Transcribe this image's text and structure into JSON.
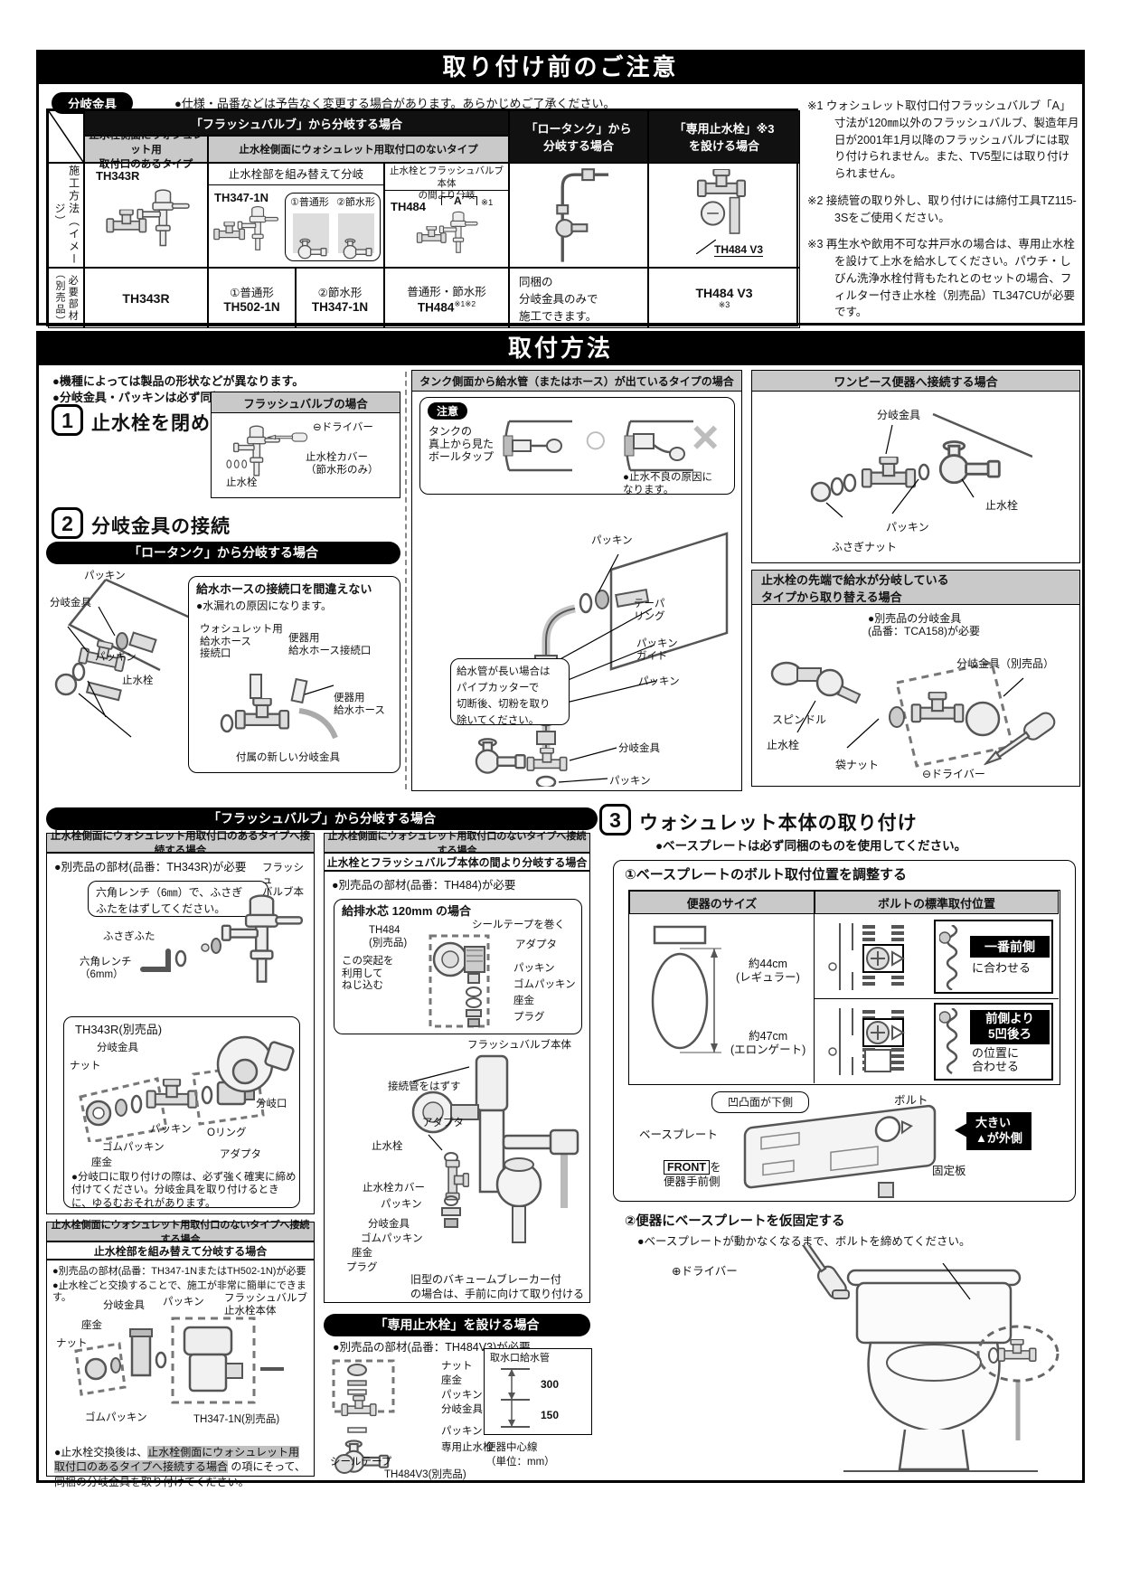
{
  "sec1": {
    "title": "取り付け前のご注意",
    "badge": "分岐金具",
    "notice": "●仕様・品番などは予告なく変更する場合があります。あらかじめご了承ください。",
    "table": {
      "flush": "「フラッシュバルブ」から分岐する場合",
      "lowtank": "「ロータンク」から\n分岐する場合",
      "senyo": "「専用止水栓」※3\nを設ける場合",
      "type_with": "止水栓側面にウォシュレット用\n取付口のあるタイプ",
      "type_without": "止水栓側面にウォシュレット用取付口のないタイプ",
      "row_method": "施工方法（イメージ）",
      "row_parts": "必要部材\n（別売品）",
      "m_recombine": "止水栓部を組み替えて分岐",
      "m_between": "止水栓とフラッシュバルブ本体\nの間より分岐",
      "th343r": "TH343R",
      "th347": "TH347-1N",
      "th484": "TH484",
      "futsu": "①普通形",
      "sessui": "②節水形",
      "a": "A",
      "ref1": "※1",
      "th484v3": "TH484 V3",
      "p_th343r": "TH343R",
      "p_futsu": "①普通形",
      "p_futsu_code": "TH502-1N",
      "p_sessui": "②節水形",
      "p_sessui_code": "TH347-1N",
      "p_both": "普通形・節水形",
      "p_both_code": "TH484",
      "p_both_ref": "※1※2",
      "p_lowtank": "同梱の\n分岐金具のみで\n施工できます。",
      "p_senyo_code": "TH484 V3",
      "p_senyo_ref": "※3"
    },
    "notes": [
      "※1 ウォシュレット取付口付フラッシュバルブ「A」寸法が120㎜以外のフラッシュバルブ、製造年月日が2001年1月以降のフラッシュバルブには取り付けられません。また、TV5型には取り付けられません。",
      "※2 接続管の取り外し、取り付けには締付工具TZ115-3Sをご使用ください。",
      "※3 再生水や飲用不可な井戸水の場合は、専用止水栓を設けて上水を給水してください。パウチ・しびん洗浄水栓付背もたれとのセットの場合、フィルター付き止水栓（別売品）TL347CUが必要です。"
    ]
  },
  "sec2": {
    "title": "取付方法",
    "bullets": [
      "●機種によっては製品の形状などが異なります。",
      "●分岐金具・パッキンは必ず同梱のものを使用してください。"
    ],
    "step1": {
      "num": "1",
      "title": "止水栓を閉める",
      "box": "フラッシュバルブの場合",
      "driver": "⊖ドライバー",
      "cover": "止水栓カバー\n（節水形のみ）",
      "valve": "止水栓"
    },
    "tank": {
      "title": "タンク側面から給水管（またはホース）が出ているタイプの場合",
      "caution": "注意",
      "balltap": "タンクの\n真上から見た\nボールタップ",
      "ok": "○",
      "ng": "×",
      "ng_note": "●止水不良の原因に\nなります。",
      "packing1": "パッキン",
      "taper": "テーパ\nリング",
      "guide": "パッキン\nガイド",
      "packing2": "パッキン",
      "bunki": "分岐金具",
      "packing3": "パッキン",
      "pipe_note": "給水管が長い場合は\nパイプカッターで\n切断後、切粉を取り\n除いてください。"
    },
    "onepiece": {
      "title": "ワンピース便器へ接続する場合",
      "bunki": "分岐金具",
      "valve": "止水栓",
      "packing": "パッキン",
      "fusagi": "ふさぎナット"
    },
    "tip": {
      "title": "止水栓の先端で給水が分岐している\nタイプから取り替える場合",
      "need": "●別売品の分岐金具\n(品番：TCA158)が必要",
      "bunki": "分岐金具（別売品）",
      "valve": "止水栓",
      "spindle": "スピンドル",
      "nut": "袋ナット",
      "driver": "⊖ドライバー"
    },
    "step2": {
      "num": "2",
      "title": "分岐金具の接続",
      "bar": "「ロータンク」から分岐する場合",
      "packing1": "パッキン",
      "bunki": "分岐金具",
      "packing2": "パッキン",
      "valve": "止水栓"
    },
    "hose": {
      "title": "給水ホースの接続口を間違えない",
      "bullet": "●水漏れの原因になります。",
      "wash_port": "ウォシュレット用\n給水ホース\n接続口",
      "benki_port": "便器用\n給水ホース接続口",
      "benki_hose": "便器用\n給水ホース",
      "new_bunki": "付属の新しい分岐金具"
    },
    "flushbar": "「フラッシュバルブ」から分岐する場合",
    "withport": {
      "header": "止水栓側面にウォシュレット用取付口のあるタイプへ接続する場合",
      "need": "●別売品の部材(品番：TH343R)が必要",
      "callout": "六角レンチ（6㎜）で、ふさぎ\nふたをはずしてください。",
      "fvbody": "フラッシュ\nバルブ本体",
      "futa": "ふさぎふた",
      "wrench": "六角レンチ\n（6mm）",
      "sub": "TH343R(別売品)",
      "bunki": "分岐金具",
      "nut": "ナット",
      "packing": "パッキン",
      "oring": "Oリング",
      "gomu": "ゴムパッキン",
      "zagane": "座金",
      "adapter": "アダプタ",
      "kou": "分岐口",
      "note": "●分岐口に取り付けの際は、必ず強く確実に締め\n付けてください。分岐金具を取り付けるとき\nに、ゆるむおそれがあります。"
    },
    "recombine": {
      "header": "止水栓側面にウォシュレット用取付口のないタイプへ接続する場合",
      "sub": "止水栓部を組み替えて分岐する場合",
      "need1": "●別売品の部材(品番：TH347-1NまたはTH502-1N)が必要",
      "need2": "●止水栓ごと交換することで、施工が非常に簡単にできます。",
      "bunki": "分岐金具",
      "packing": "パッキン",
      "fv": "フラッシュバルブ\n止水栓本体",
      "zagane": "座金",
      "nut": "ナット",
      "gomu": "ゴムパッキン",
      "th347": "TH347-1N(別売品)",
      "note_pre": "●止水栓交換後は、",
      "note_hl": "止水栓側面にウォシュレット用\n取付口のあるタイプへ接続する場合",
      "note_post": " の項にそって、\n同梱の分岐金具を取り付けてください。"
    },
    "between": {
      "header": "止水栓側面にウォシュレット用取付口のないタイプへ接続する場合",
      "sub": "止水栓とフラッシュバルブ本体の間より分岐する場合",
      "need": "●別売品の部材(品番：TH484)が必要",
      "box": "給排水芯 120mm の場合",
      "th484": "TH484\n(別売品)",
      "seal": "シールテープを巻く",
      "adapter": "アダプタ",
      "tokki": "この突起を\n利用して\nねじ込む",
      "packing": "パッキン",
      "gomu": "ゴムパッキン",
      "zagane": "座金",
      "plug": "プラグ",
      "fvbody": "フラッシュバルブ本体",
      "remove": "接続管をはずす",
      "adapter2": "アダプタ",
      "valve": "止水栓",
      "cover": "止水栓カバー",
      "packing2": "パッキン",
      "bunki": "分岐金具",
      "gomu2": "ゴムパッキン",
      "zagane2": "座金",
      "plug2": "プラグ",
      "old": "旧型のバキュームブレーカー付\nの場合は、手前に向けて取り付ける"
    },
    "senyo": {
      "bar": "「専用止水栓」を設ける場合",
      "need": "●別売品の部材(品番：TH484V3)が必要",
      "nut": "ナット",
      "zagane": "座金",
      "packing": "パッキン",
      "bunki": "分岐金具",
      "packing2": "パッキン",
      "valve": "専用止水栓",
      "seal": "シールテープ",
      "code": "TH484V3(別売品)",
      "dim_title": "取水口給水管",
      "d300": "300",
      "d150": "150",
      "center": "便器中心線",
      "unit": "（単位：mm）"
    },
    "step3": {
      "num": "3",
      "title": "ウォシュレット本体の取り付け",
      "bullet": "●ベースプレートは必ず同梱のものを使用してください。",
      "sub1": "①ベースプレートのボルト取付位置を調整する",
      "th_size": "便器のサイズ",
      "th_bolt": "ボルトの標準取付位置",
      "r1_size": "約44cm\n(レギュラー)",
      "r1_badge": "一番前側",
      "r1_after": "に合わせる",
      "r2_size": "約47cm\n(エロンゲート)",
      "r2_badge": "前側より\n5凹後ろ",
      "r2_after": "の位置に\n合わせる",
      "uneven": "凹凸面が下側",
      "bolt": "ボルト",
      "plate": "ベースプレート",
      "big": "大きい\n▲が外側",
      "front": "FRONT",
      "front_after": "を",
      "front_below": "便器手前側",
      "fixplate": "固定板",
      "sub2": "②便器にベースプレートを仮固定する",
      "sub2_bullet": "●ベースプレートが動かなくなるまで、ボルトを締めてください。",
      "driver": "⊕ドライバー"
    }
  }
}
